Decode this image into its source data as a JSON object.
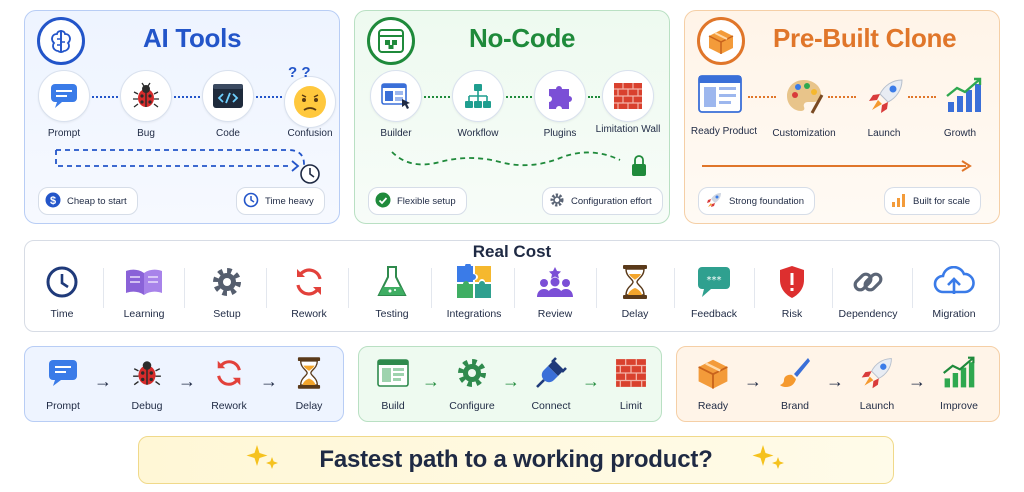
{
  "cards": {
    "ai": {
      "title": "AI Tools",
      "nodes": [
        "Prompt",
        "Bug",
        "Code",
        "Confusion"
      ],
      "question_marks": "? ?",
      "pill_left": "Cheap to start",
      "pill_right": "Time heavy",
      "color": "#2355c9"
    },
    "nocode": {
      "title": "No-Code",
      "nodes": [
        "Builder",
        "Workflow",
        "Plugins",
        "Limitation Wall"
      ],
      "pill_left": "Flexible setup",
      "pill_right": "Configuration effort",
      "color": "#1f8a3b"
    },
    "prebuilt": {
      "title": "Pre-Built Clone",
      "nodes": [
        "Ready Product",
        "Customization",
        "Launch",
        "Growth"
      ],
      "pill_left": "Strong foundation",
      "pill_right": "Built for scale",
      "color": "#e0762a"
    }
  },
  "real_cost": {
    "title": "Real Cost",
    "items": [
      "Time",
      "Learning",
      "Setup",
      "Rework",
      "Testing",
      "Integrations",
      "Review",
      "Delay",
      "Feedback",
      "Risk",
      "Dependency",
      "Migration"
    ]
  },
  "flows": {
    "ai": [
      "Prompt",
      "Debug",
      "Rework",
      "Delay"
    ],
    "nocode": [
      "Build",
      "Configure",
      "Connect",
      "Limit"
    ],
    "prebuilt": [
      "Ready",
      "Brand",
      "Launch",
      "Improve"
    ],
    "arrow": "→"
  },
  "banner": {
    "question": "Fastest path to a working product?"
  },
  "icons": {
    "cards": [
      "brain-icon",
      "puzzle-window-icon",
      "package-box-icon"
    ],
    "ai_nodes": [
      "chat-bubble-icon",
      "bug-icon",
      "code-window-icon",
      "confused-face-icon"
    ],
    "nc_nodes": [
      "builder-window-icon",
      "workflow-tree-icon",
      "puzzle-piece-icon",
      "brick-wall-icon"
    ],
    "pb_nodes": [
      "template-window-icon",
      "paint-palette-icon",
      "rocket-icon",
      "growth-chart-icon"
    ],
    "cost": [
      "clock-icon",
      "book-icon",
      "gear-icon",
      "refresh-icon",
      "flask-icon",
      "puzzle-icon",
      "people-icon",
      "hourglass-icon",
      "feedback-bubble-icon",
      "shield-alert-icon",
      "link-icon",
      "cloud-upload-icon"
    ]
  }
}
